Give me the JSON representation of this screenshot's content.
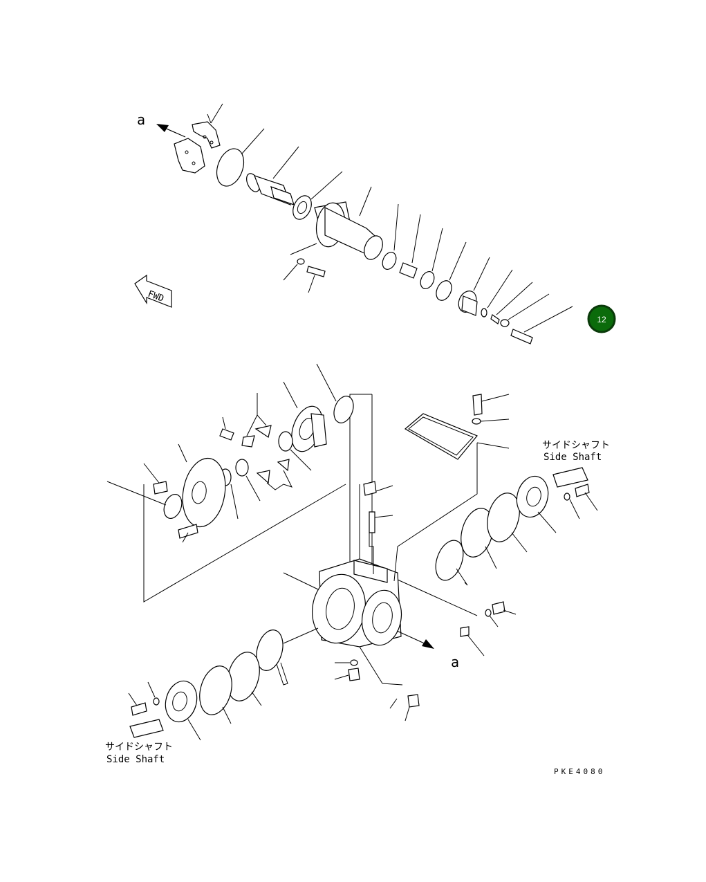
{
  "view_labels": {
    "a_top": "a",
    "a_bottom": "a"
  },
  "fwd_label": "FWD",
  "side_shaft_right": {
    "jp": "サイドシャフト",
    "en": "Side Shaft"
  },
  "side_shaft_left": {
    "jp": "サイドシャフト",
    "en": "Side Shaft"
  },
  "badge": {
    "number": "12",
    "color": "#0b6b0b",
    "ring": "#0a3a0a"
  },
  "drawing_code": "PKE4080"
}
